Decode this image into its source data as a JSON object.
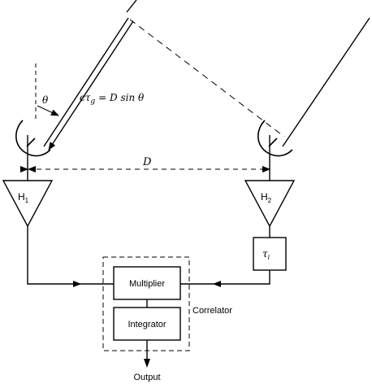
{
  "labels": {
    "theta": "θ",
    "path_delay_lhs_c": "c",
    "path_delay_lhs_tau": "τ",
    "path_delay_lhs_sub": "g",
    "path_delay_rhs": "= D sin θ",
    "baseline": "D",
    "amp1_letter": "H",
    "amp1_sub": "1",
    "amp2_letter": "H",
    "amp2_sub": "2",
    "delay_letter": "τ",
    "delay_sub": "i",
    "multiplier": "Multiplier",
    "integrator": "Integrator",
    "correlator": "Correlator",
    "output": "Output"
  }
}
